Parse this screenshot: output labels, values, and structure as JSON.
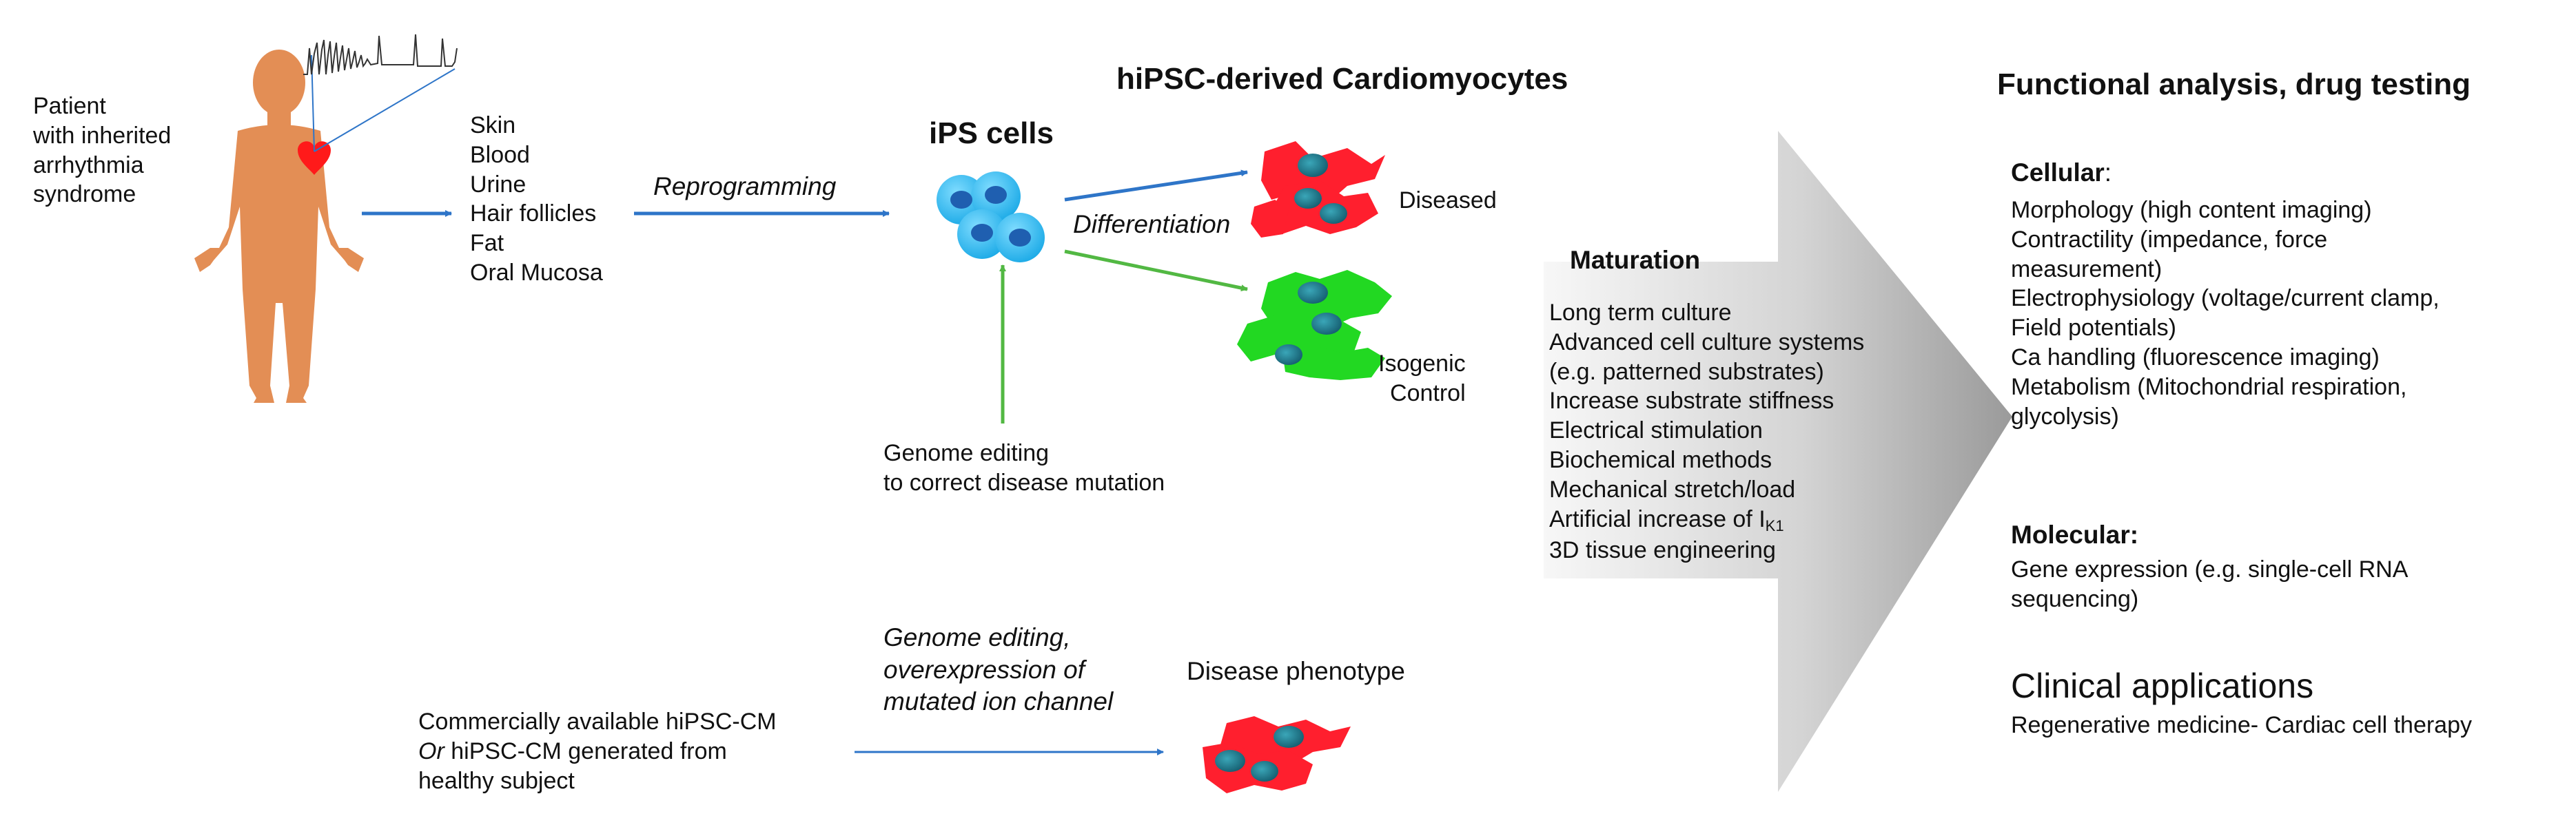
{
  "patient": {
    "label_lines": [
      "Patient",
      "with inherited",
      "arrhythmia",
      "syndrome"
    ]
  },
  "sources": {
    "items": [
      "Skin",
      "Blood",
      "Urine",
      "Hair follicles",
      "Fat",
      "Oral Mucosa"
    ]
  },
  "reprogramming": {
    "label": "Reprogramming"
  },
  "hipsc_title": "hiPSC-derived Cardiomyocytes",
  "ips_cells": {
    "label": "iPS cells"
  },
  "differentiation": {
    "label": "Differentiation"
  },
  "diseased": {
    "label": "Diseased"
  },
  "isogenic": {
    "line1": "Isogenic",
    "line2": "Control"
  },
  "genome_editing_correct": {
    "line1": "Genome editing",
    "line2": "to correct disease mutation"
  },
  "maturation": {
    "title": "Maturation",
    "items": [
      "Long term culture",
      "Advanced cell culture systems",
      "(e.g. patterned substrates)",
      "Increase substrate stiffness",
      "Electrical stimulation",
      "Biochemical methods",
      "Mechanical stretch/load"
    ],
    "ik1_prefix": "Artificial increase of I",
    "ik1_sub": "K1",
    "last_item": "3D tissue engineering"
  },
  "commercial": {
    "line1": "Commercially available hiPSC-CM",
    "line2_italic": "Or",
    "line2_rest": " hiPSC-CM generated from",
    "line3": "healthy subject"
  },
  "genome_editing_overexpression": {
    "lines": [
      "Genome editing,",
      "overexpression of",
      "mutated ion channel"
    ]
  },
  "disease_phenotype": {
    "label": "Disease phenotype"
  },
  "functional": {
    "title": "Functional analysis, drug testing",
    "cellular_heading": "Cellular",
    "cellular_colon": ":",
    "cellular_items": [
      "Morphology (high content imaging)",
      "Contractility (impedance, force",
      "measurement)",
      "Electrophysiology (voltage/current clamp,",
      "Field potentials)",
      "Ca handling (fluorescence imaging)",
      "Metabolism (Mitochondrial respiration,",
      "glycolysis)"
    ],
    "molecular_heading": "Molecular:",
    "molecular_items": [
      "Gene expression (e.g. single-cell RNA",
      "sequencing)"
    ],
    "clinical_heading": "Clinical applications",
    "clinical_item": "Regenerative medicine- Cardiac cell therapy"
  },
  "colors": {
    "arrow_blue": "#2e75c8",
    "arrow_green": "#52b843",
    "skin": "#e38e55",
    "heart": "#ff1a1a",
    "diseased_cell": "#ff1f2e",
    "control_cell": "#22d822",
    "nucleus": "#1f7f8c",
    "ips_cell": "#2fb8ee",
    "ips_nucleus": "#1f5fb0"
  }
}
